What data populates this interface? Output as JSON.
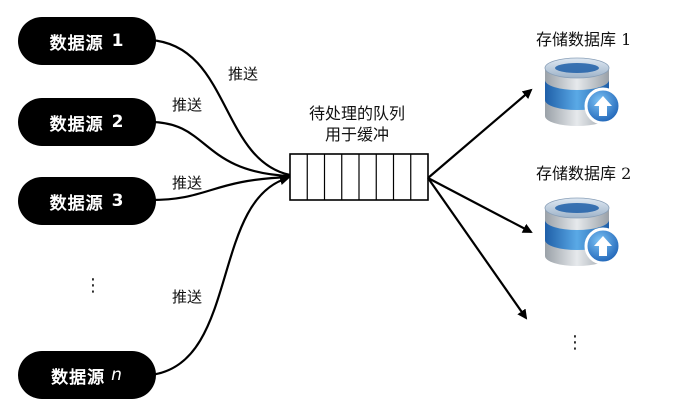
{
  "sources": [
    {
      "label": "数据源",
      "suffix": "1"
    },
    {
      "label": "数据源",
      "suffix": "2"
    },
    {
      "label": "数据源",
      "suffix": "3"
    },
    {
      "label": "数据源",
      "suffix": "n"
    }
  ],
  "source_ellipsis": "⋮",
  "push_labels": [
    "推送",
    "推送",
    "推送",
    "推送"
  ],
  "queue": {
    "title_line1": "待处理的队列",
    "title_line2": "用于缓冲",
    "cell_count": 8
  },
  "databases": [
    {
      "label": "存储数据库 1"
    },
    {
      "label": "存储数据库 2"
    }
  ],
  "database_ellipsis": "⋮",
  "colors": {
    "pill": "#000000",
    "db_blue_light": "#5aa9e6",
    "db_blue_dark": "#1f5fa8",
    "db_silver": "#c9cdd2",
    "arrow": "#000000"
  }
}
